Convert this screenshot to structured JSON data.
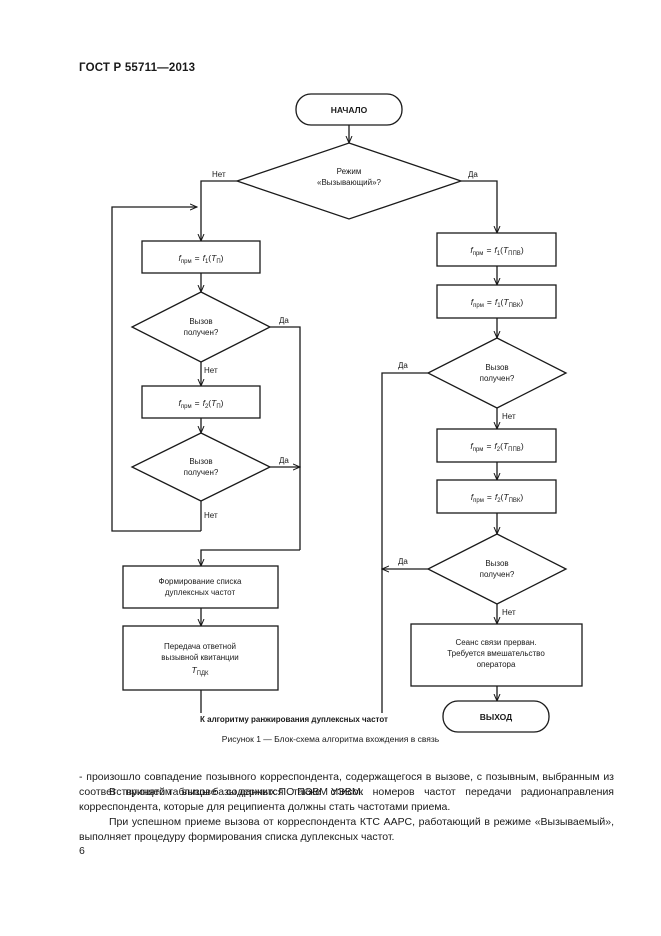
{
  "header": {
    "doc_id": "ГОСТ Р 55711—2013"
  },
  "flowchart": {
    "start": "НАЧАЛО",
    "mode_q": [
      "Режим",
      "«Вызывающий»?"
    ],
    "no": "Нет",
    "yes": "Да",
    "call_received": [
      "Вызов",
      "получен?"
    ],
    "formation": [
      "Формирование списка",
      "дуплексных частот"
    ],
    "transmit": [
      "Передача ответной",
      "вызывной квитанции"
    ],
    "comm_broken": [
      "Сеанс связи прерван.",
      "Требуется вмешательство",
      "оператора"
    ],
    "exit": "ВЫХОД",
    "to_algo": "К алгоритму ранжирования дуплексных частот",
    "f_sym": "f",
    "sub_prm": "прм",
    "f1": "f",
    "f2": "f",
    "sub1": "1",
    "sub2": "2",
    "eq": "=",
    "T": "T",
    "sub_p": "П",
    "sub_ppv": "ППВ",
    "sub_pvk": "ПВК",
    "sub_pdk": "ПДК"
  },
  "caption": "Рисунок 1 — Блок-схема алгоритма вхождения в связь",
  "paragraphs": [
    "- произошло совпадение позывного корреспондента, содержащегося в вызове, с позывным, выбранным из соответствующей таблицы базы данных ПО ПЭВМ УЭВМ.",
    "В принятом вызове содержится также список номеров частот передачи радионаправления корреспондента, которые для реципиента должны стать частотами приема.",
    "При успешном приеме вызова от корреспондента КТС ААРС, работающий в режиме «Вызываемый», выполняет процедуру формирования списка дуплексных частот."
  ],
  "page_number": "6"
}
